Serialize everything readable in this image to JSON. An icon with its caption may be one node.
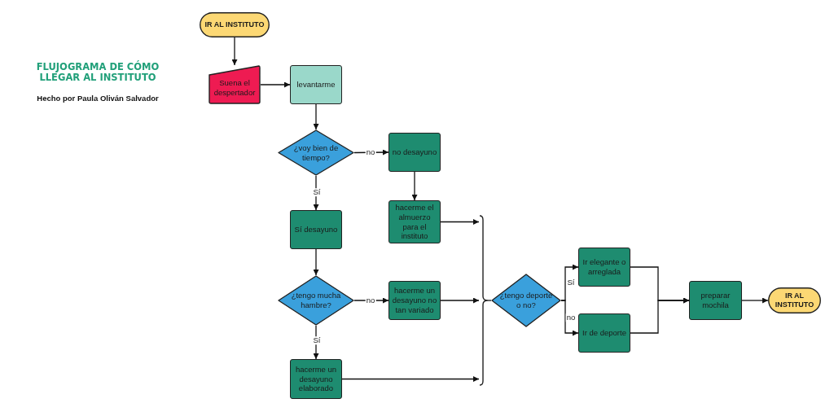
{
  "diagram": {
    "title": "FLUJOGRAMA DE CÓMO LLEGAR AL INSTITUTO",
    "nodes": [
      {
        "text": [
          "IR AL INSTITUTO"
        ]
      },
      {
        "text": [
          "Suena el despertador"
        ]
      },
      {
        "text": [
          "levantarme"
        ]
      },
      {
        "text": [
          "¿voy bien de tiempo?"
        ]
      },
      {
        "text": [
          "no desayuno"
        ]
      },
      {
        "text": [
          "Sí desayuno"
        ]
      },
      {
        "text": [
          "hacerme el almuerzo para el instituto"
        ]
      },
      {
        "text": [
          "¿tengo mucha hambre?"
        ]
      },
      {
        "text": [
          "hacerme un desayuno no tan variado"
        ]
      },
      {
        "text": [
          "hacerme un desayuno elaborado"
        ]
      },
      {
        "text": [],
        "shape": "bracket"
      },
      {
        "text": [
          "¿tengo deporte o no?"
        ]
      },
      {
        "text": [
          "Ir elegante o arreglada"
        ]
      },
      {
        "text": [
          "Ir de deporte"
        ]
      },
      {
        "text": [
          "preparar mochila"
        ]
      },
      {
        "text": [
          "IR AL INSTITUTO"
        ]
      }
    ],
    "edges": [
      {
        "from": 0,
        "to": 1,
        "arrow": "to"
      },
      {
        "from": 1,
        "to": 2,
        "arrow": "to"
      },
      {
        "from": 2,
        "to": 3,
        "arrow": "to"
      },
      {
        "from": 3,
        "to": 4,
        "arrow": "to",
        "label": "no"
      },
      {
        "from": 3,
        "to": 5,
        "arrow": "to",
        "label": "Sí"
      },
      {
        "from": 4,
        "to": 6,
        "arrow": "to"
      },
      {
        "from": 5,
        "to": 7,
        "arrow": "to"
      },
      {
        "from": 7,
        "to": 8,
        "arrow": "to",
        "label": "no"
      },
      {
        "from": 7,
        "to": 9,
        "arrow": "to",
        "label": "Sí"
      },
      {
        "from": 6,
        "to": 10,
        "arrow": "to"
      },
      {
        "from": 8,
        "to": 10,
        "arrow": "to"
      },
      {
        "from": 9,
        "to": 10,
        "arrow": "to"
      },
      {
        "from": 10,
        "to": 11,
        "arrow": "none"
      },
      {
        "from": 11,
        "to": 12,
        "arrow": "to",
        "label": "Sí"
      },
      {
        "from": 11,
        "to": 13,
        "arrow": "to",
        "label": "no"
      },
      {
        "from": 12,
        "to": 14,
        "arrow": "to"
      },
      {
        "from": 13,
        "to": 14,
        "arrow": "to"
      },
      {
        "from": 14,
        "to": 15,
        "arrow": "to"
      }
    ],
    "labels": [
      "Hecho por Paula Oliván Salvador"
    ]
  }
}
